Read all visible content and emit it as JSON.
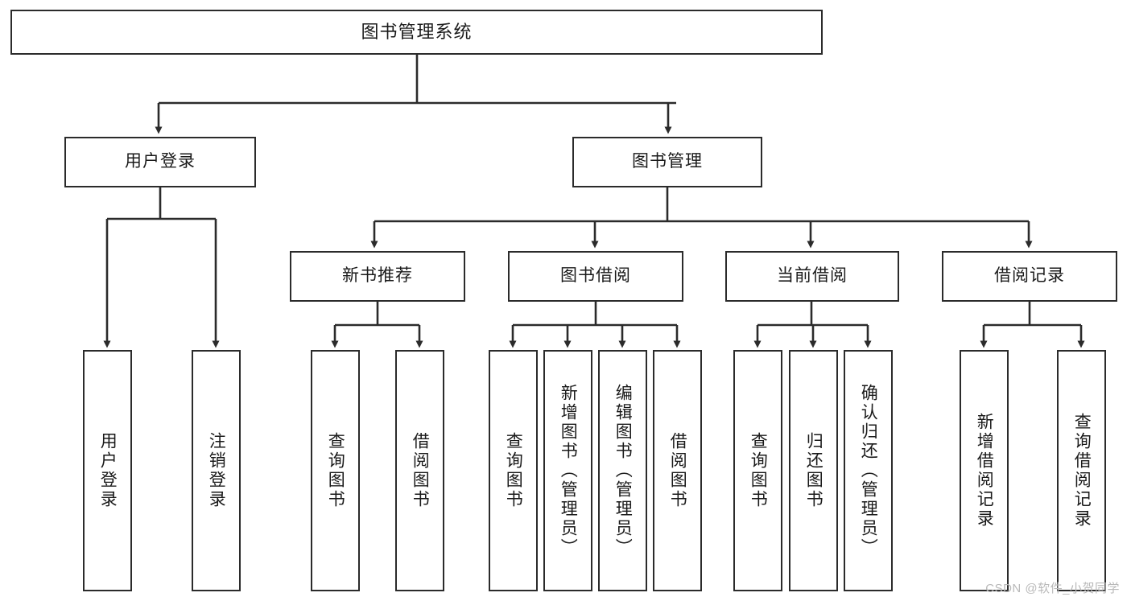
{
  "diagram": {
    "type": "tree",
    "title": "图书管理系统",
    "watermark": "CSDN @软件_小贺同学",
    "colors": {
      "box_border": "#2b2b2b",
      "box_fill": "#ffffff",
      "line": "#2b2b2b",
      "text": "#1a1a1a",
      "watermark": "#b9b9b9"
    },
    "nodes": {
      "root": "图书管理系统",
      "level2": {
        "user_login": "用户登录",
        "book_manage": "图书管理"
      },
      "level3": {
        "new_book_rec": "新书推荐",
        "book_borrow": "图书借阅",
        "current_borrow": "当前借阅",
        "borrow_record": "借阅记录"
      },
      "leaves": {
        "user_login_1": "用户登录",
        "user_login_2": "注销登录",
        "new_book_rec_1": "查询图书",
        "new_book_rec_2": "借阅图书",
        "book_borrow_1": "查询图书",
        "book_borrow_2": "新增图书（管理员）",
        "book_borrow_3": "编辑图书（管理员）",
        "book_borrow_4": "借阅图书",
        "current_borrow_1": "查询图书",
        "current_borrow_2": "归还图书",
        "current_borrow_3": "确认归还（管理员）",
        "borrow_record_1": "新增借阅记录",
        "borrow_record_2": "查询借阅记录"
      }
    }
  }
}
